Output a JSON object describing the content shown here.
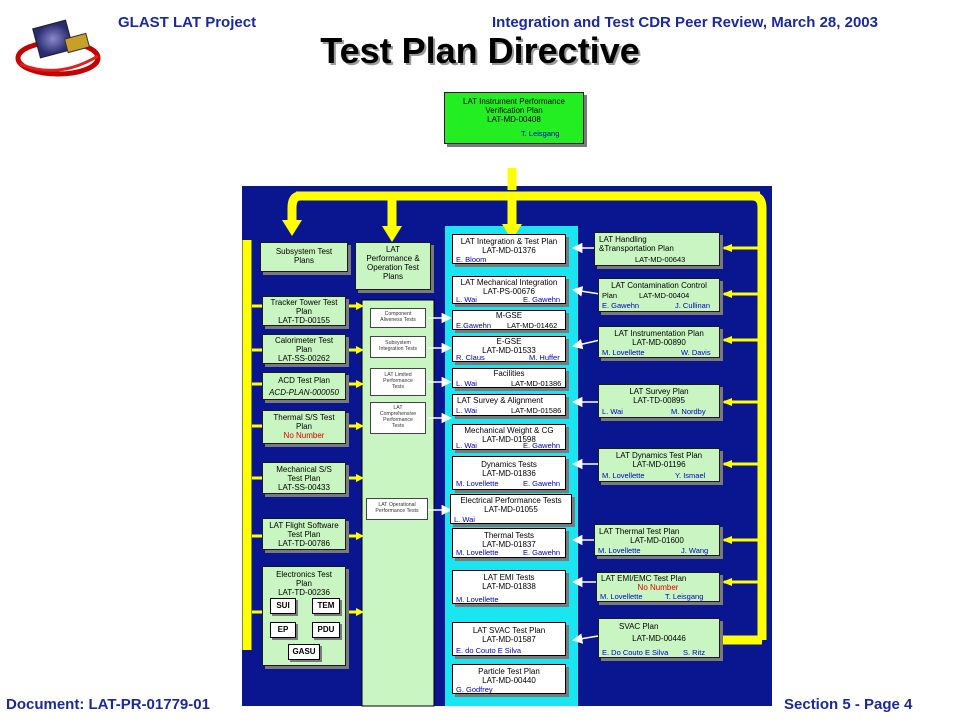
{
  "header": {
    "project": "GLAST LAT Project",
    "review": "Integration and Test CDR Peer Review, March 28, 2003",
    "title": "Test Plan Directive"
  },
  "footer": {
    "document": "Document: LAT-PR-01779-01",
    "section": "Section 5 - Page 4"
  },
  "colors": {
    "background_panel": "#0a1590",
    "center_column": "#19e6f0",
    "arrows": "#ffff00",
    "box_fill": "#c9f5c2",
    "top_box": "#22ee22",
    "names": "#0000c8",
    "alert": "#e00000"
  },
  "top": {
    "lines": [
      "LAT Instrument Performance",
      "Verification Plan",
      "LAT-MD-00408"
    ],
    "name": "T. Leisgang"
  },
  "left": {
    "subsystem": [
      "Subsystem Test",
      "Plans"
    ],
    "tracker": [
      "Tracker Tower Test",
      "Plan",
      "LAT-TD-00155"
    ],
    "calorimeter": [
      "Calorimeter Test",
      "Plan",
      "LAT-SS-00262"
    ],
    "acd": {
      "l1": "ACD Test Plan",
      "l2": "ACD-PLAN-000050"
    },
    "thermal": {
      "l1": "Thermal S/S Test",
      "l2": "Plan",
      "l3": "No Number"
    },
    "mechanical": [
      "Mechanical S/S",
      "Test Plan",
      "LAT-SS-00433"
    ],
    "flight_software": [
      "LAT Flight Software",
      "Test Plan",
      "LAT-TD-00786"
    ],
    "electronics": {
      "lines": [
        "Electronics Test",
        "Plan",
        "LAT-TD-00236"
      ],
      "modules": {
        "sui": "SUI",
        "tem": "TEM",
        "ep": "EP",
        "pdu": "PDU",
        "gasu": "GASU"
      }
    }
  },
  "performance": {
    "header": [
      "LAT",
      "Performance &",
      "Operation Test",
      "Plans"
    ],
    "items": {
      "a": [
        "Component",
        "Aliveness Tests"
      ],
      "b": [
        "Subsystem",
        "Integration Tests"
      ],
      "c": [
        "LAT Limited",
        "Performance",
        "Tests"
      ],
      "d": [
        "LAT",
        "Comprehensive",
        "Performance",
        "Tests"
      ],
      "e": [
        "LAT Operational",
        "Performance Tests"
      ]
    }
  },
  "center": {
    "it": {
      "l1": "LAT Integration & Test Plan",
      "l2": "LAT-MD-01376",
      "n1": "E. Bloom"
    },
    "mech": {
      "l1": "LAT Mechanical Integration",
      "l2": "LAT-PS-00676",
      "n1": "L. Wai",
      "n2": "E. Gawehn"
    },
    "mgse": {
      "l1": "M-GSE",
      "n1": "E.Gawehn",
      "doc": "LAT-MD-01462"
    },
    "egse": {
      "l1": "E-GSE",
      "l2": "LAT-MD-01533",
      "n1": "R. Claus",
      "n2": "M. Huffer"
    },
    "fac": {
      "l1": "Facilities",
      "n1": "L. Wai",
      "doc": "LAT-MD-01386"
    },
    "survey": {
      "l1": "LAT Survey & Alignment",
      "l2": "LAT-MD-01586",
      "n1": "L. Wai"
    },
    "weight": {
      "l1": "Mechanical Weight & CG",
      "l2": "LAT-MD-01598",
      "n1": "L. Wai",
      "n2": "E. Gawehn"
    },
    "dyn": {
      "l1": "Dynamics Tests",
      "l2": "LAT-MD-01836",
      "n1": "M. Lovellette",
      "n2": "E. Gawehn"
    },
    "elec": {
      "l1": "Electrical Performance Tests",
      "l2": "LAT-MD-01055",
      "n1": "L. Wai"
    },
    "therm": {
      "l1": "Thermal Tests",
      "l2": "LAT-MD-01837",
      "n1": "M. Lovellette",
      "n2": "E. Gawehn"
    },
    "emi": {
      "l1": "LAT EMI Tests",
      "l2": "LAT-MD-01838",
      "n1": "M. Lovellette"
    },
    "svac": {
      "l1": "LAT SVAC Test Plan",
      "l2": "LAT-MD-01587",
      "n1": "E. do Couto E Silva"
    },
    "particle": {
      "l1": "Particle Test Plan",
      "l2": "LAT-MD-00440",
      "n1": "G. Godfrey"
    }
  },
  "right": {
    "handling": {
      "l1": "LAT Handling",
      "l2": "&Transportation Plan",
      "doc": "LAT-MD-00643"
    },
    "contam": {
      "l1": "LAT Contamination Control",
      "l2a": "Plan",
      "doc": "LAT-MD-00404",
      "n1": "E. Gawehn",
      "n2": "J. Cullinan"
    },
    "instr": {
      "l1": "LAT Instrumentation  Plan",
      "l2": "LAT-MD-00890",
      "n1": "M. Lovellette",
      "n2": "W. Davis"
    },
    "survey": {
      "l1": "LAT  Survey Plan",
      "l2": "LAT-TD-00895",
      "n1": "L. Wai",
      "n2": "M. Nordby"
    },
    "dyn": {
      "l1": "LAT Dynamics  Test  Plan",
      "l2": "LAT-MD-01196",
      "n1": "M. Lovellette",
      "n2": "Y. Ismael"
    },
    "therm": {
      "l1": "LAT Thermal Test  Plan",
      "l2": "LAT-MD-01600",
      "n1": "M. Lovellette",
      "n2": "J. Wang"
    },
    "emi": {
      "l1": "LAT EMI/EMC Test  Plan",
      "l2": "No Number",
      "n1": "M. Lovellette",
      "n2": "T. Leisgang"
    },
    "svac": {
      "l1": "SVAC Plan",
      "l2": "LAT-MD-00446",
      "n1": "E. Do Couto E Silva",
      "n2": "S. Ritz"
    }
  }
}
